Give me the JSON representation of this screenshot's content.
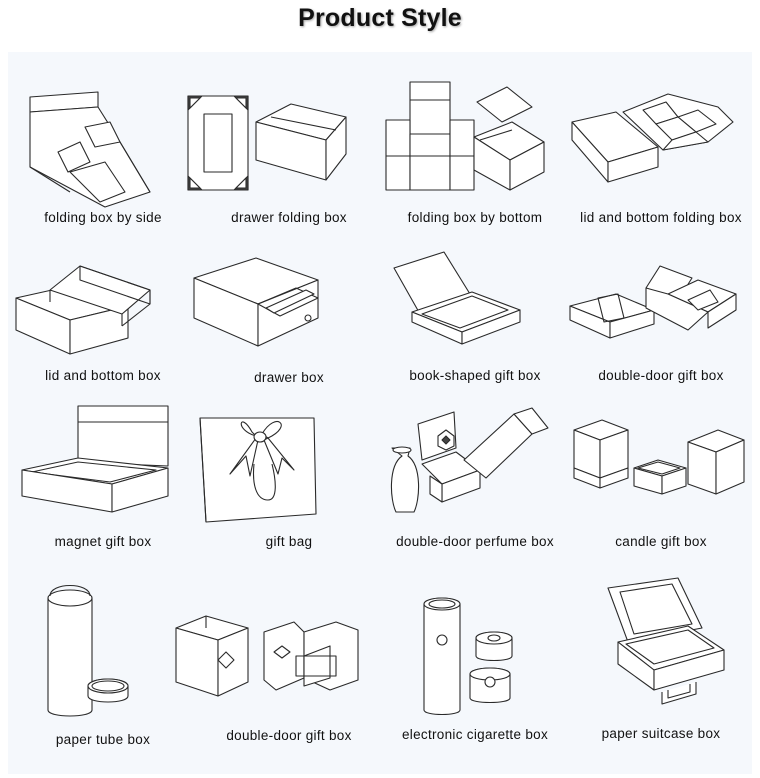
{
  "title": "Product Style",
  "products": [
    {
      "label": "folding box by side",
      "icon": "folding-box-by-side-illustration"
    },
    {
      "label": "drawer folding box",
      "icon": "drawer-folding-box-illustration"
    },
    {
      "label": "folding box by bottom",
      "icon": "folding-box-by-bottom-illustration"
    },
    {
      "label": "lid and bottom folding box",
      "icon": "lid-and-bottom-folding-box-illustration"
    },
    {
      "label": "lid and bottom box",
      "icon": "lid-and-bottom-box-illustration"
    },
    {
      "label": "drawer box",
      "icon": "drawer-box-illustration"
    },
    {
      "label": "book-shaped gift box",
      "icon": "book-shaped-gift-box-illustration"
    },
    {
      "label": "double-door gift box",
      "icon": "double-door-gift-box-illustration"
    },
    {
      "label": "magnet gift box",
      "icon": "magnet-gift-box-illustration"
    },
    {
      "label": "gift bag",
      "icon": "gift-bag-illustration"
    },
    {
      "label": "double-door perfume box",
      "icon": "double-door-perfume-box-illustration"
    },
    {
      "label": "candle gift box",
      "icon": "candle-gift-box-illustration"
    },
    {
      "label": "paper tube box",
      "icon": "paper-tube-box-illustration"
    },
    {
      "label": "double-door gift box",
      "icon": "double-door-gift-box-2-illustration"
    },
    {
      "label": "electronic cigarette box",
      "icon": "electronic-cigarette-box-illustration"
    },
    {
      "label": "paper suitcase box",
      "icon": "paper-suitcase-box-illustration"
    }
  ]
}
